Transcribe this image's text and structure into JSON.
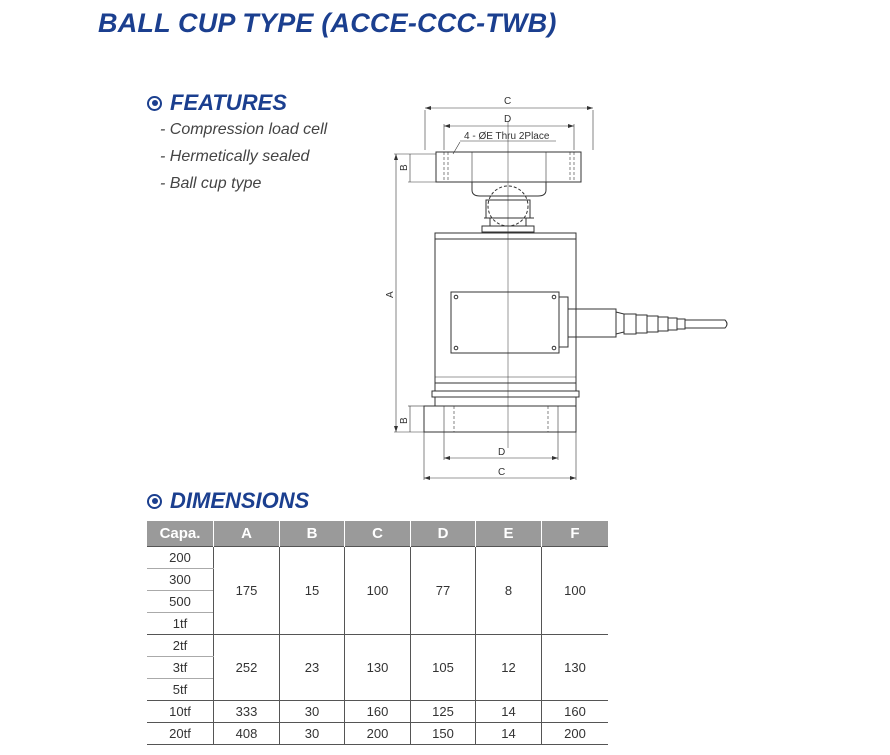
{
  "title": "BALL CUP TYPE (ACCE-CCC-TWB)",
  "features": {
    "heading": "FEATURES",
    "items": [
      "- Compression load cell",
      "- Hermetically sealed",
      "- Ball cup type"
    ]
  },
  "drawing": {
    "labels": {
      "c_top": "C",
      "d_top": "D",
      "hole_note": "4 - ØE Thru 2Place",
      "b_top": "B",
      "a": "A",
      "b_bottom": "B",
      "d_bottom": "D",
      "c_bottom": "C"
    }
  },
  "dimensions": {
    "heading": "DIMENSIONS",
    "headers": [
      "Capa.",
      "A",
      "B",
      "C",
      "D",
      "E",
      "F"
    ],
    "groups": [
      {
        "capacities": [
          "200",
          "300",
          "500",
          "1tf"
        ],
        "values": [
          "175",
          "15",
          "100",
          "77",
          "8",
          "100"
        ]
      },
      {
        "capacities": [
          "2tf",
          "3tf",
          "5tf"
        ],
        "values": [
          "252",
          "23",
          "130",
          "105",
          "12",
          "130"
        ]
      },
      {
        "capacities": [
          "10tf"
        ],
        "values": [
          "333",
          "30",
          "160",
          "125",
          "14",
          "160"
        ]
      },
      {
        "capacities": [
          "20tf"
        ],
        "values": [
          "408",
          "30",
          "200",
          "150",
          "14",
          "200"
        ]
      }
    ]
  }
}
